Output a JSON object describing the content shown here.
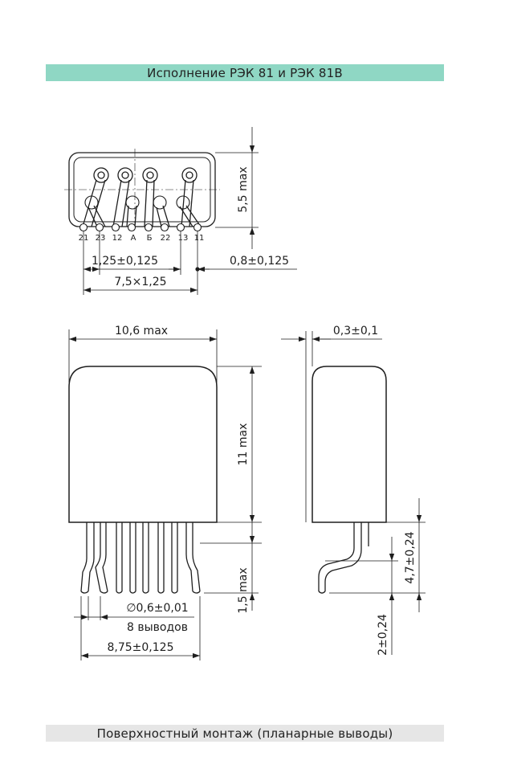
{
  "header": {
    "title": "Исполнение РЭК 81 и РЭК 81В"
  },
  "footer": {
    "caption": "Поверхностный монтаж (планарные выводы)"
  },
  "pins": [
    "21",
    "23",
    "12",
    "А",
    "Б",
    "22",
    "13",
    "11"
  ],
  "dimensions": {
    "top_height": "5,5 max",
    "pin_pitch_a": "1,25±0,125",
    "pin_offset": "0,8±0,125",
    "pitch_total": "7,5×1,25",
    "body_width": "10,6 max",
    "body_height": "11 max",
    "lead_height": "1,5 max",
    "lead_thickness": "0,3±0,1",
    "lead_diameter": "∅0,6±0,01",
    "lead_count": "8 выводов",
    "lead_span": "8,75±0,125",
    "side_lead_height": "4,7±0,24",
    "side_foot": "2±0,24"
  }
}
